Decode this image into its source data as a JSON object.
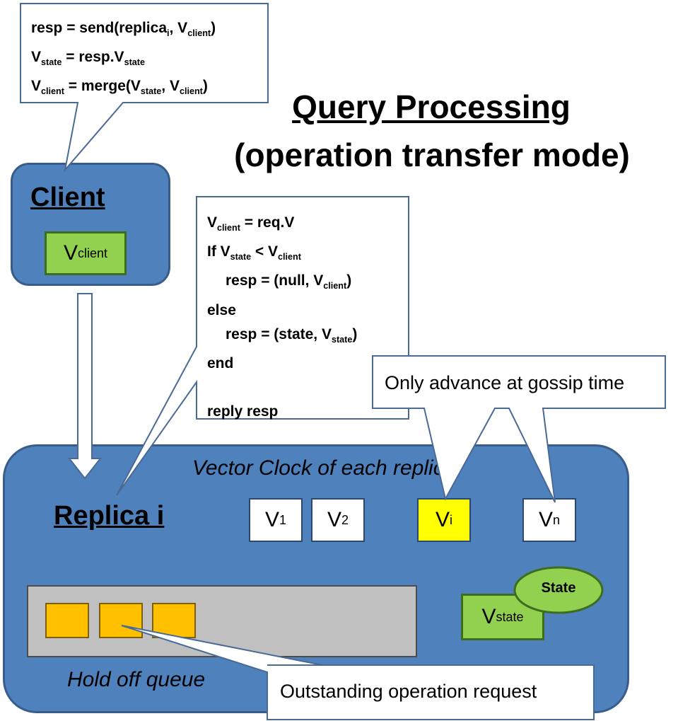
{
  "title": {
    "line1": "Query Processing",
    "line2": "(operation transfer mode)"
  },
  "client": {
    "heading": "Client",
    "vclient": {
      "base": "V",
      "sub": "client"
    }
  },
  "client_callout": {
    "lines": [
      {
        "parts": [
          {
            "t": "resp = send(replica"
          },
          {
            "s": "i"
          },
          {
            "t": ",  V"
          },
          {
            "s": "client"
          },
          {
            "t": ")"
          }
        ]
      },
      {
        "parts": [
          {
            "t": "V"
          },
          {
            "s": "state"
          },
          {
            "t": " = resp.V"
          },
          {
            "s": "state"
          }
        ]
      },
      {
        "parts": [
          {
            "t": "V"
          },
          {
            "s": "client"
          },
          {
            "t": " = merge(V"
          },
          {
            "s": "state"
          },
          {
            "t": ",  V"
          },
          {
            "s": "client"
          },
          {
            "t": ")"
          }
        ]
      }
    ]
  },
  "replica_callout": {
    "lines": [
      {
        "indent": 0,
        "parts": [
          {
            "t": "V"
          },
          {
            "s": "client"
          },
          {
            "t": " = req.V"
          }
        ]
      },
      {
        "indent": 0,
        "parts": [
          {
            "t": "If V"
          },
          {
            "s": "state"
          },
          {
            "t": " < V"
          },
          {
            "s": "client"
          }
        ]
      },
      {
        "indent": 1,
        "parts": [
          {
            "t": "resp = (null, V"
          },
          {
            "s": "client"
          },
          {
            "t": ")"
          }
        ]
      },
      {
        "indent": 0,
        "parts": [
          {
            "t": "else"
          }
        ]
      },
      {
        "indent": 1,
        "parts": [
          {
            "t": "resp = (state, V"
          },
          {
            "s": "state"
          },
          {
            "t": ")"
          }
        ]
      },
      {
        "indent": 0,
        "parts": [
          {
            "t": "end"
          }
        ]
      },
      {
        "indent": 0,
        "parts": [
          {
            "t": ""
          }
        ]
      },
      {
        "indent": 0,
        "parts": [
          {
            "t": "reply resp"
          }
        ]
      }
    ]
  },
  "gossip_callout": "Only advance at gossip time",
  "replica": {
    "heading": "Replica i",
    "vector_clock_label": "Vector Clock of each replica",
    "clocks": [
      {
        "base": "V",
        "sub": "1"
      },
      {
        "base": "V",
        "sub": "2"
      },
      {
        "base": "V",
        "sub": "i",
        "highlight": true
      },
      {
        "base": "V",
        "sub": "n"
      }
    ],
    "queue_label": "Hold off queue",
    "state_label": "State",
    "vstate": {
      "base": "V",
      "sub": "state"
    },
    "queue_items": 3
  },
  "outstanding_callout": "Outstanding operation request",
  "colors": {
    "panel_fill": "#4f81bd",
    "panel_border": "#385d8a",
    "green": "#92d050",
    "highlight": "#ffff00",
    "queue_item": "#ffc000",
    "queue_bg": "#c0c0c0"
  }
}
